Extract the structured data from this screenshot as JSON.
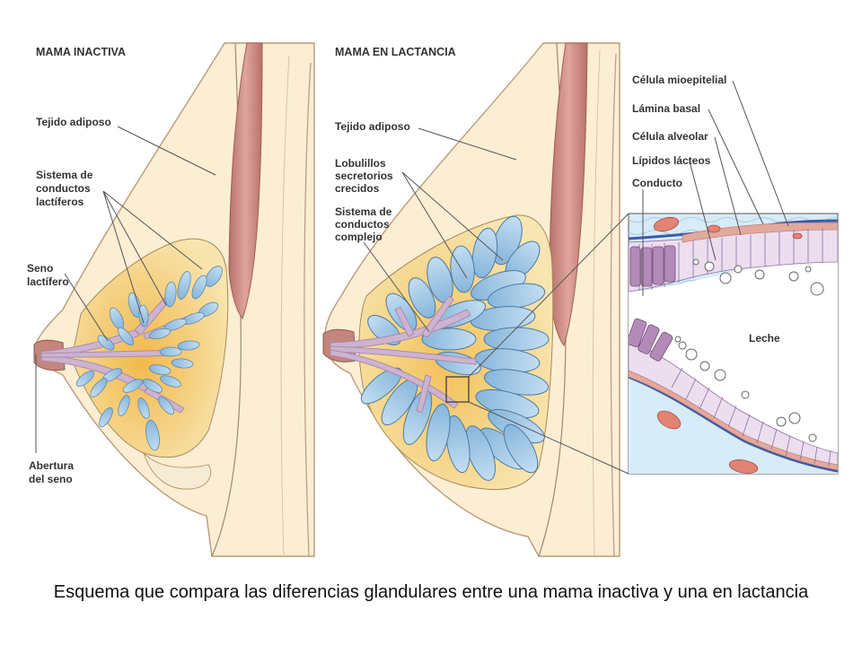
{
  "panels": {
    "inactive": {
      "title": "MAMA INACTIVA",
      "labels": {
        "adipose": "Tejido adiposo",
        "ducts": [
          "Sistema de",
          "conductos",
          "lactíferos"
        ],
        "sinus": [
          "Seno",
          "lactífero"
        ],
        "opening": [
          "Abertura",
          "del seno"
        ]
      }
    },
    "lactating": {
      "title": "MAMA EN LACTANCIA",
      "labels": {
        "adipose": "Tejido adiposo",
        "lobules": [
          "Lobulillos",
          "secretorios",
          "crecidos"
        ],
        "ducts": [
          "Sistema de",
          "conductos",
          "complejo"
        ]
      }
    }
  },
  "inset": {
    "labels": {
      "myoepithelial": "Célula mioepitelial",
      "basal_lamina": "Lámina basal",
      "alveolar": "Célula alveolar",
      "lipids": "Lípidos lácteos",
      "duct": "Conducto",
      "milk": "Leche"
    }
  },
  "colors": {
    "skin_fill": "#fbeed3",
    "muscle": "#c98a82",
    "gland_fill": "#f2c668",
    "alveoli": "#9ec7e4",
    "duct": "#cdb3cf",
    "inset_bg": "#d7ebf8"
  },
  "caption": "Esquema que compara las diferencias glandulares entre una mama inactiva y una en lactancia"
}
